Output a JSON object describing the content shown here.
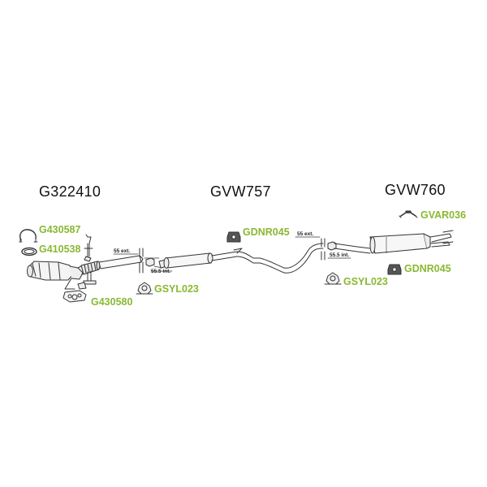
{
  "section_titles": {
    "downpipe": "G322410",
    "middle": "GVW757",
    "rear": "GVW760"
  },
  "part_codes": {
    "clamp_top": "G430587",
    "ring": "G410538",
    "gasket": "G430580",
    "mount_left": "GSYL023",
    "hanger_middle": "GDNR045",
    "mount_right": "GSYL023",
    "hanger_rear": "GDNR045",
    "hanger_top": "GVAR036"
  },
  "dimensions": {
    "left_ext": "55 ext.",
    "left_int": "55.5 int.",
    "right_ext": "55 ext.",
    "right_int": "55.5 int."
  },
  "colors": {
    "part_code": "#8ab832",
    "outline": "#333333",
    "title": "#111111"
  }
}
